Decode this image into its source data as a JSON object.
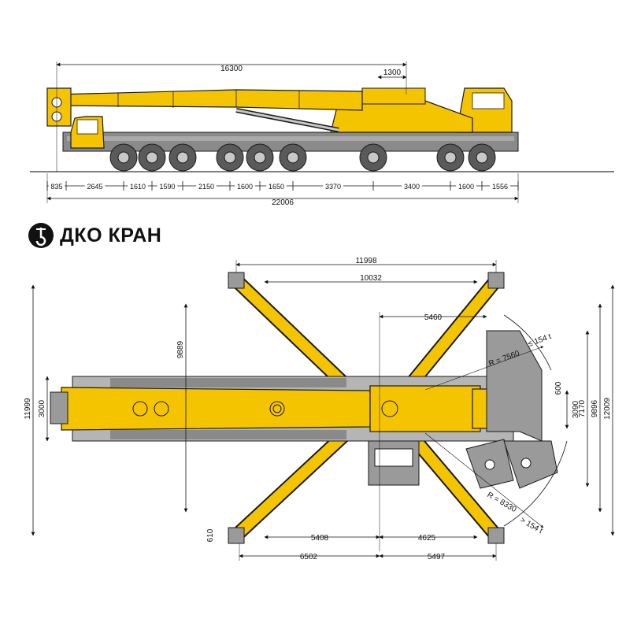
{
  "brand": {
    "name": "ДКО КРАН",
    "logo_icon": "crane-hook-logo-icon"
  },
  "colors": {
    "boom_yellow": "#f5c400",
    "outline": "#1a1a1a",
    "chassis_gray": "#8a8a8a",
    "tire": "#5a5a5a"
  },
  "side_view": {
    "dimensions": {
      "boom_length": "16300",
      "hook_offset": "1300",
      "total_length": "22006",
      "axle_spacing": [
        "835",
        "2645",
        "1610",
        "1590",
        "2150",
        "1600",
        "1650",
        "3370",
        "3400",
        "1600",
        "1556"
      ]
    }
  },
  "top_view": {
    "dimensions": {
      "outrigger_span_long": "11998",
      "outrigger_span_mid": "10032",
      "counterweight_offset": "5460",
      "outrigger_height": "9889",
      "width_11999": "11999",
      "width_3000": "3000",
      "radius_7560": "R = 7560",
      "load_154_upper": "≤ 154 t",
      "dim_600": "600",
      "dim_3090": "3090",
      "dim_7170": "7170",
      "dim_9896": "9896",
      "dim_12009": "12009",
      "radius_8330": "R = 8330",
      "load_154_lower": "> 154 t",
      "dim_610": "610",
      "dim_5408": "5408",
      "dim_4625": "4625",
      "dim_6502": "6502",
      "dim_5497": "5497"
    }
  }
}
